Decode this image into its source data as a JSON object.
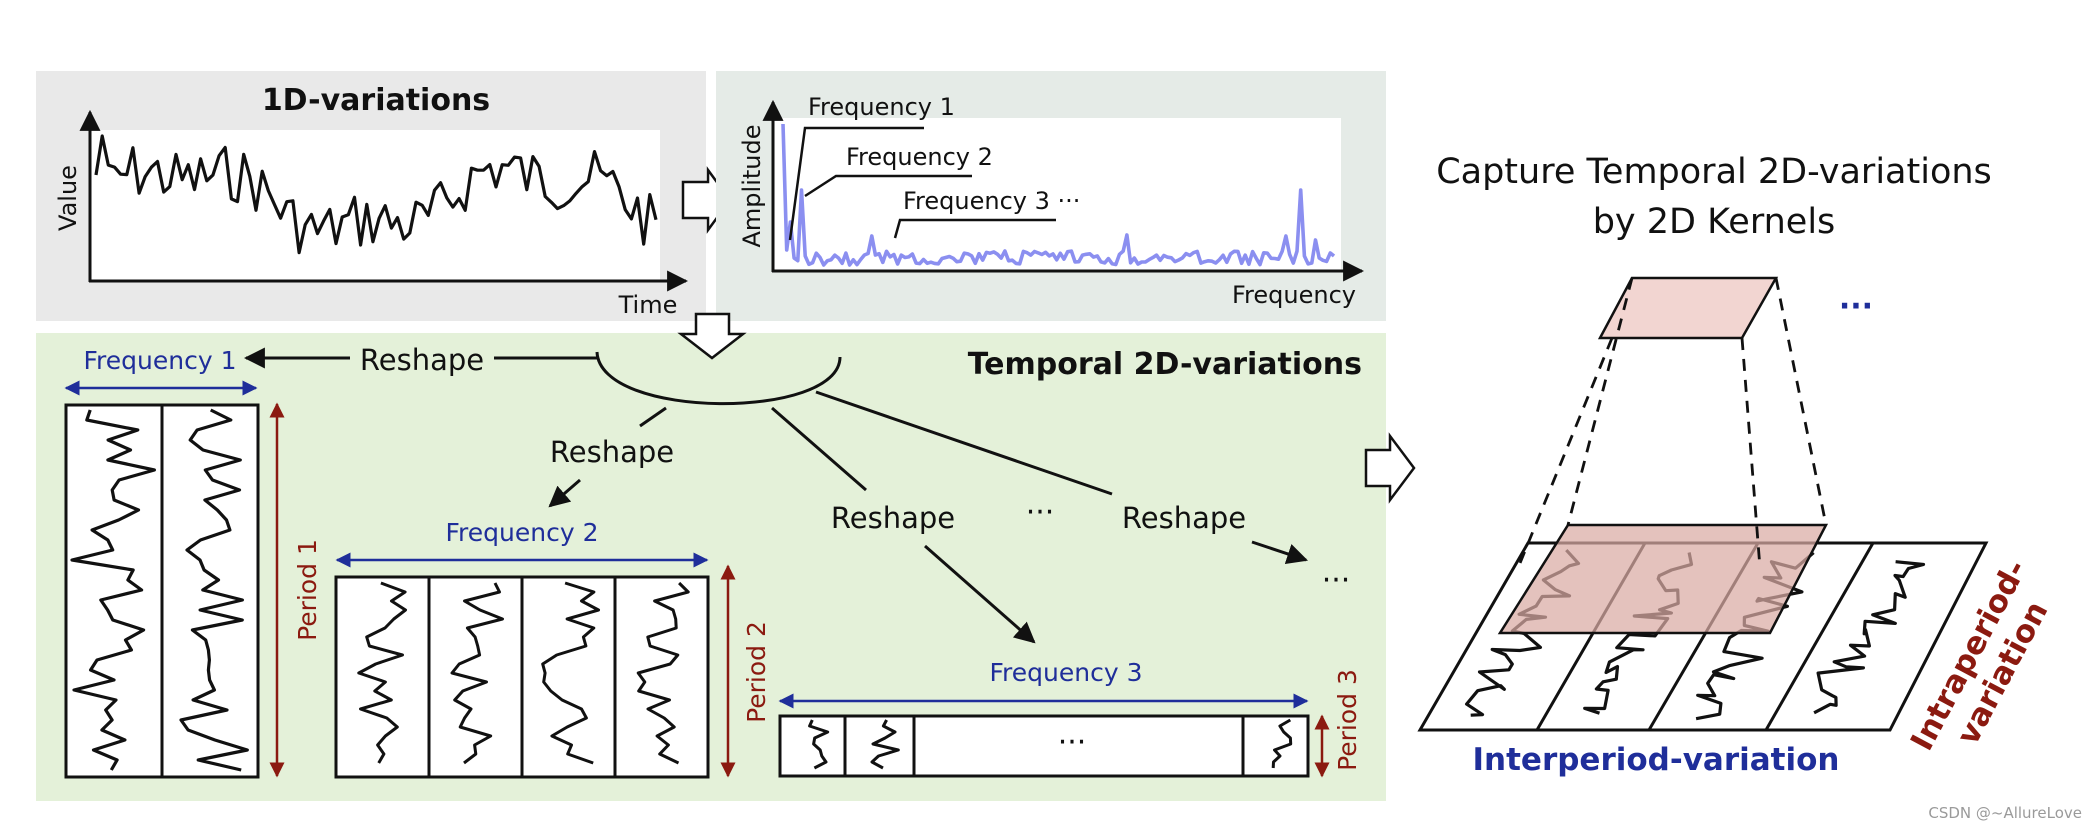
{
  "titles": {
    "one_d": "1D-variations",
    "temporal_2d": "Temporal 2D-variations",
    "capture_line1": "Capture Temporal 2D-variations",
    "capture_line2": "by 2D Kernels"
  },
  "axes": {
    "value": "Value",
    "time": "Time",
    "amplitude": "Amplitude",
    "frequency": "Frequency"
  },
  "spectrum_labels": {
    "freq1": "Frequency 1",
    "freq2": "Frequency 2",
    "freq3": "Frequency 3 ···"
  },
  "reshape_labels": {
    "r1": "Reshape",
    "r2": "Reshape",
    "r3": "Reshape",
    "r4": "Reshape",
    "between_dots": "···",
    "right_dots": "···"
  },
  "blocks": {
    "freq1": "Frequency 1",
    "period1": "Period 1",
    "freq2": "Frequency 2",
    "period2": "Period 2",
    "freq3": "Frequency 3",
    "period3": "Period 3",
    "strip_dots": "···"
  },
  "kernel": {
    "dots": "···",
    "interperiod": "Interperiod-variation",
    "intraperiod_line1": "Intraperiod-",
    "intraperiod_line2": "variation"
  },
  "watermark": "CSDN @~AllureLove",
  "colors": {
    "panel_grey": "#e9e9e9",
    "panel_grey2": "#e5ebe7",
    "panel_green": "#e4f1d9",
    "spectrum": "#8b8ff0",
    "blue": "#1f2e9a",
    "red": "#8b1a10",
    "kernel_fill": "#f2d5d1",
    "kernel_fill2": "#d9aaa4"
  }
}
